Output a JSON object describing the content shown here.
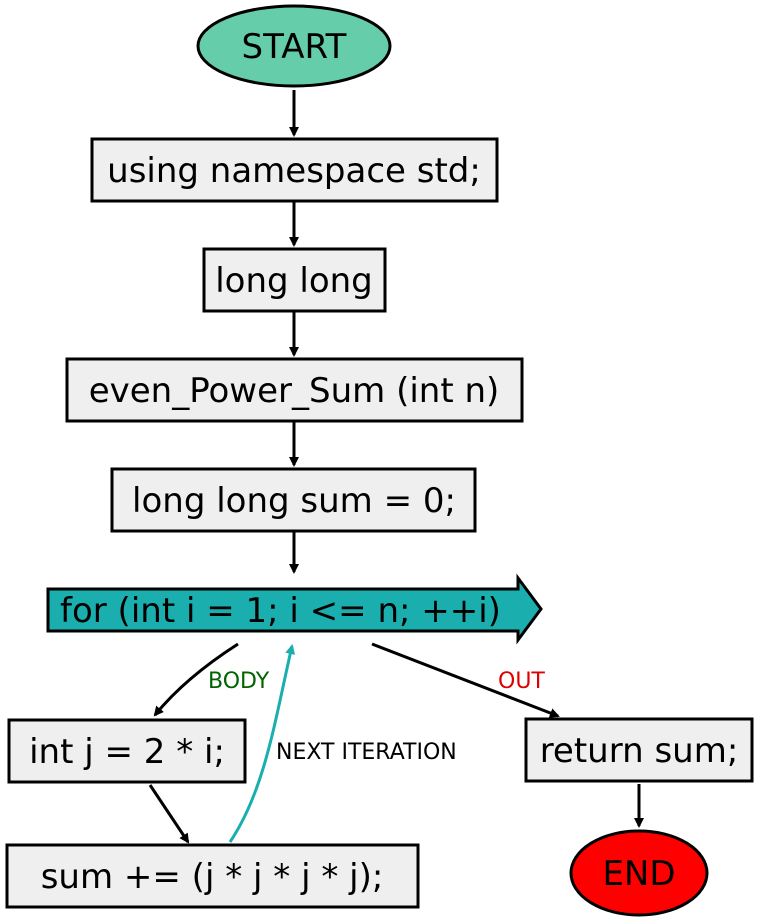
{
  "nodes": {
    "start": "START",
    "using": "using namespace std;",
    "longlong": "long long",
    "func": "even_Power_Sum (int n)",
    "sum_init": "long long sum = 0;",
    "loop": "for (int i = 1; i <= n; ++i)",
    "int_j": "int j = 2 * i;",
    "sum_add": "sum += (j * j * j * j);",
    "ret": "return sum;",
    "end": "END"
  },
  "edges": {
    "body": "BODY",
    "out": "OUT",
    "next": "NEXT ITERATION"
  },
  "colors": {
    "start_fill": "#66cdaa",
    "end_fill": "#ff0000",
    "box_fill": "#efefef",
    "loop_fill": "#1aaeae",
    "body_label": "#006400",
    "out_label": "#e00000",
    "next_arrow": "#1aaeae"
  }
}
